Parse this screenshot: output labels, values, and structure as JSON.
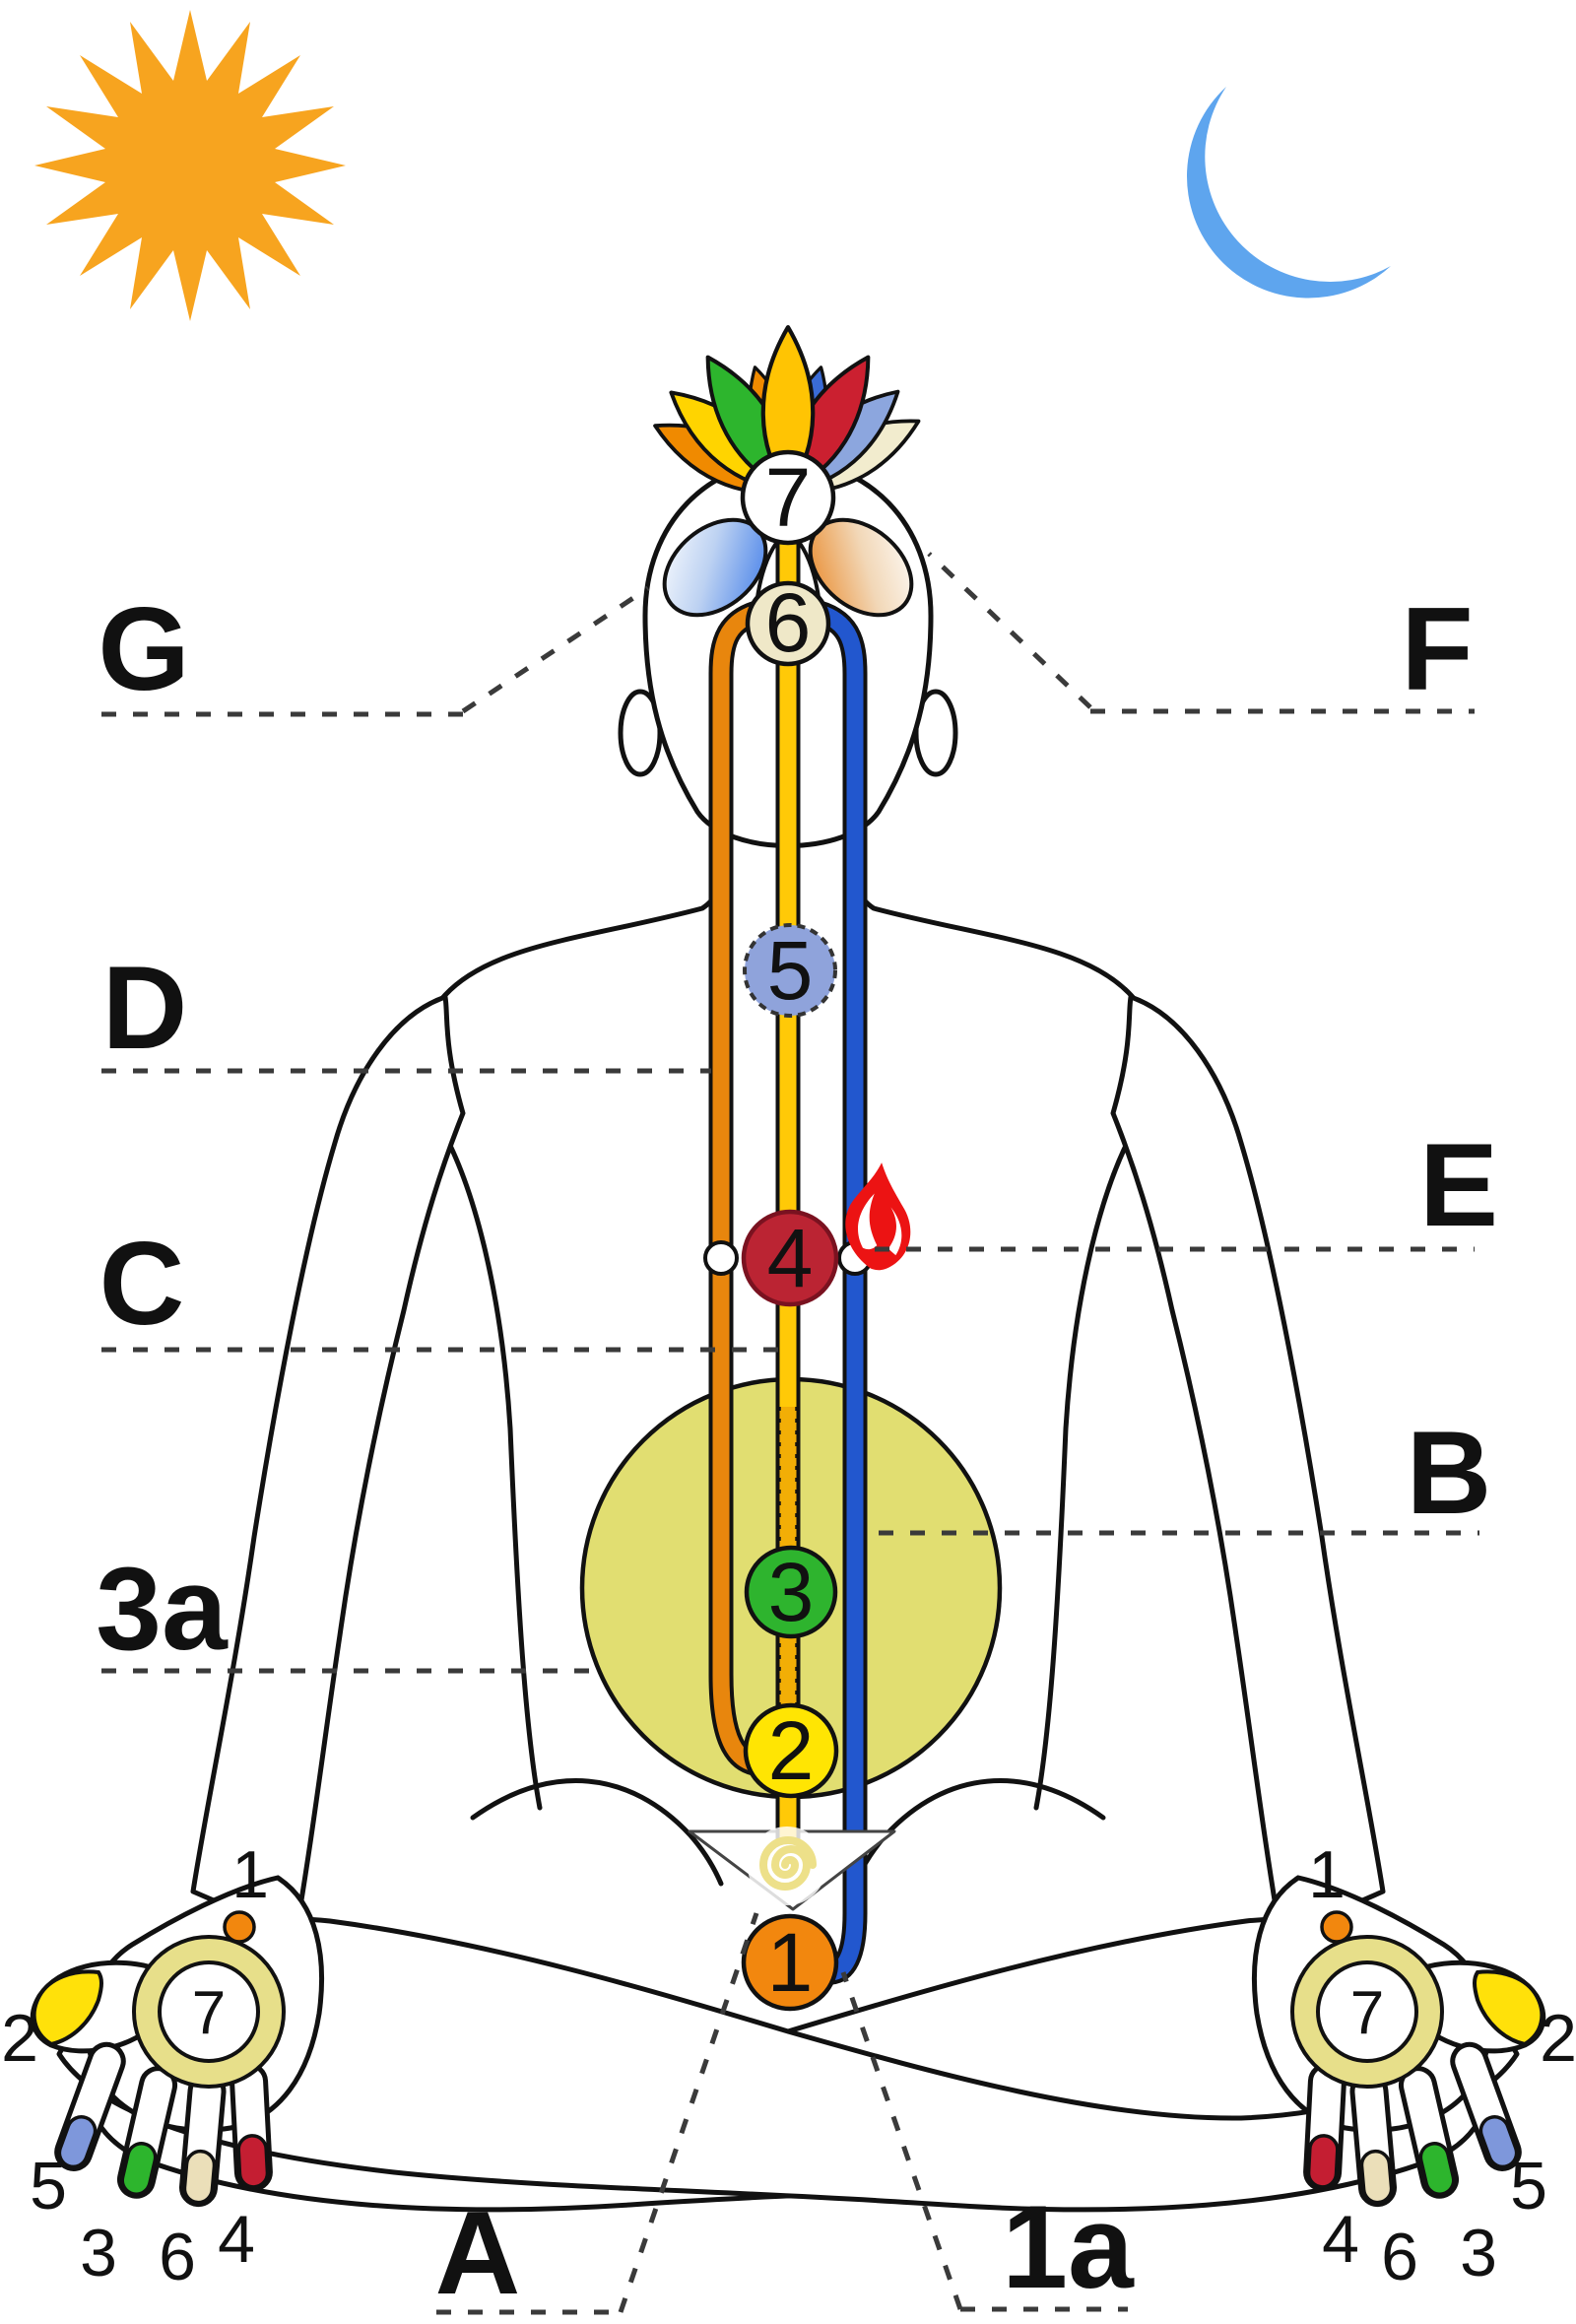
{
  "diagram": {
    "kind": "meditation-energy-channels-diagram"
  },
  "colors": {
    "sun": "#F7A41F",
    "moon": "#5EA5EE",
    "outline": "#111111",
    "dash": "#3A3A3A",
    "belly_circle": "#E1DE71",
    "channel_central": "#FFC907",
    "channel_central_inner": "#F2AE06",
    "channel_left": "#E8860D",
    "channel_right": "#2257CE",
    "flame": "#EC1313",
    "spiral": "#EDE089",
    "palm_ring": "#E7DF8A",
    "hand_dot": "#F2870E",
    "wing_left": "#3A78E8",
    "wing_right": "#E8821E",
    "triangle_outline": "#444444"
  },
  "chakras": [
    {
      "num": "1",
      "color": "#F2870E"
    },
    {
      "num": "2",
      "color": "#FFE503"
    },
    {
      "num": "3",
      "color": "#2EB42E"
    },
    {
      "num": "4",
      "color": "#BB2433"
    },
    {
      "num": "5",
      "color": "#8FA3DB"
    },
    {
      "num": "6",
      "color": "#EFE8C8"
    },
    {
      "num": "7",
      "color": "#FFFFFF"
    }
  ],
  "lotus": {
    "petal_colors": [
      "#F2ECCE",
      "#8CA6DE",
      "#F08A00",
      "#FFD400",
      "#EF8A00",
      "#3A6BD6",
      "#2DB52D",
      "#CB2030",
      "#FFC403"
    ]
  },
  "labels": {
    "g": "G",
    "f": "F",
    "d": "D",
    "c": "C",
    "e": "E",
    "b": "B",
    "three_a": "3a",
    "a": "A",
    "one_a": "1a"
  },
  "fingertip_colors": {
    "thumb": "#FFE10A",
    "pinky": "#7E97DB",
    "ring": "#2DB52D",
    "middle": "#EBDFB9",
    "index": "#C41E32"
  },
  "hands": {
    "left": {
      "dot_label": "1",
      "thumb_label": "2",
      "finger_labels": [
        "5",
        "3",
        "6",
        "4"
      ],
      "palm_label": "7"
    },
    "right": {
      "dot_label": "1",
      "thumb_label": "2",
      "finger_labels": [
        "4",
        "6",
        "3",
        "5"
      ],
      "palm_label": "7"
    }
  }
}
